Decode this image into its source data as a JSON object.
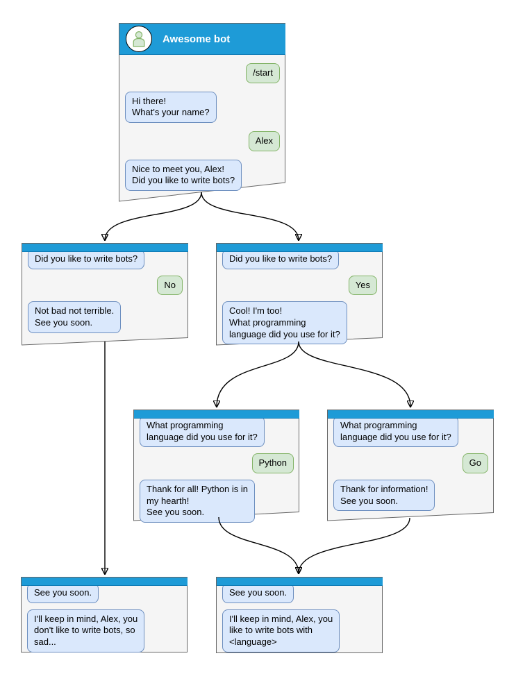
{
  "diagram": {
    "type": "chatbot-conversation-flowchart",
    "colors": {
      "header_blue": "#1E9BD7",
      "header_border": "#0F7CB6",
      "window_fill": "#F5F5F5",
      "window_border": "#666666",
      "bot_bubble_fill": "#DAE8FC",
      "bot_bubble_border": "#6C8EBF",
      "user_bubble_fill": "#D5E8D4",
      "user_bubble_border": "#82B366",
      "connector": "#000000"
    },
    "icons": [
      {
        "name": "user-avatar-icon",
        "meaning": "person silhouette in chat header"
      }
    ]
  },
  "windows": [
    {
      "id": "main",
      "title": "Awesome bot",
      "messages": [
        {
          "side": "user",
          "text": "/start"
        },
        {
          "side": "bot",
          "text": "Hi there!\nWhat's your name?"
        },
        {
          "side": "user",
          "text": "Alex"
        },
        {
          "side": "bot",
          "text": "Nice to meet you, Alex!\nDid you like to write bots?"
        }
      ]
    },
    {
      "id": "branch-no",
      "messages": [
        {
          "side": "bot",
          "text": "Did you like to write bots?"
        },
        {
          "side": "user",
          "text": "No"
        },
        {
          "side": "bot",
          "text": "Not bad not terrible.\nSee you soon."
        }
      ]
    },
    {
      "id": "branch-yes",
      "messages": [
        {
          "side": "bot",
          "text": "Did you like to write bots?"
        },
        {
          "side": "user",
          "text": "Yes"
        },
        {
          "side": "bot",
          "text": "Cool! I'm too!\nWhat programming\nlanguage did you use for it?"
        }
      ]
    },
    {
      "id": "python",
      "messages": [
        {
          "side": "bot",
          "text": "What programming\nlanguage did you use for it?"
        },
        {
          "side": "user",
          "text": "Python"
        },
        {
          "side": "bot",
          "text": "Thank for all! Python is in\nmy hearth!\nSee you soon."
        }
      ]
    },
    {
      "id": "go",
      "messages": [
        {
          "side": "bot",
          "text": "What programming\nlanguage did you use for it?"
        },
        {
          "side": "user",
          "text": "Go"
        },
        {
          "side": "bot",
          "text": "Thank for information!\nSee you soon."
        }
      ]
    },
    {
      "id": "end-no",
      "messages": [
        {
          "side": "bot",
          "text": "See you soon."
        },
        {
          "side": "bot",
          "text": "I'll keep in mind, Alex, you\ndon't like to write bots, so\nsad..."
        }
      ]
    },
    {
      "id": "end-yes",
      "messages": [
        {
          "side": "bot",
          "text": "See you soon."
        },
        {
          "side": "bot",
          "text": "I'll keep in mind, Alex, you\nlike to write bots with\n<language>"
        }
      ]
    }
  ]
}
